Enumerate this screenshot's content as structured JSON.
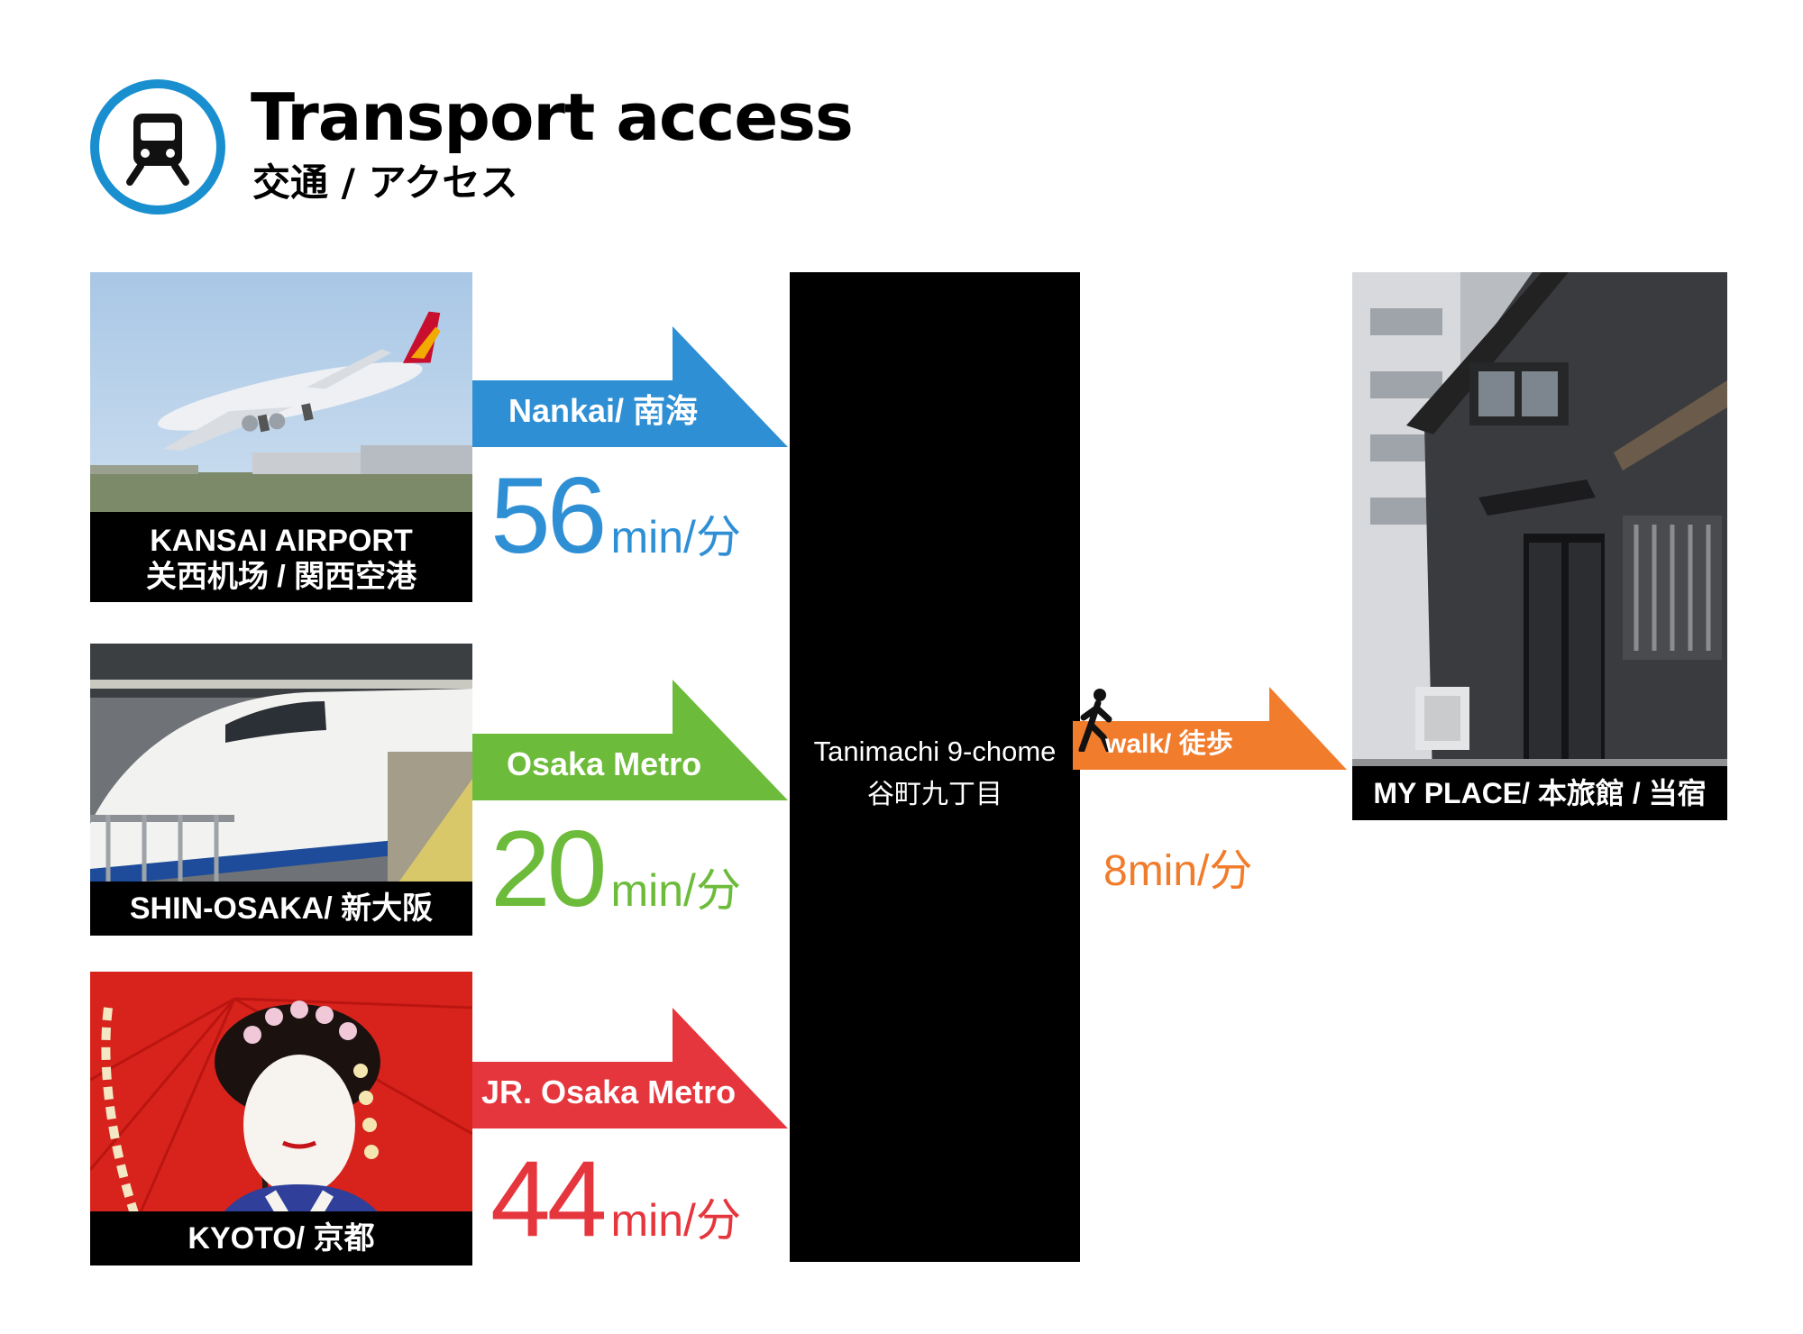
{
  "header": {
    "title": "Transport access",
    "subtitle": "交通 / アクセス",
    "icon": "train-icon",
    "accent": "#1a8fd0"
  },
  "origins": [
    {
      "name_en": "KANSAI AIRPORT",
      "name_local": "关西机场 / 関西空港",
      "image": "airplane-photo"
    },
    {
      "name": "SHIN-OSAKA/ 新大阪",
      "image": "bullet-train-photo"
    },
    {
      "name": "KYOTO/ 京都",
      "image": "maiko-photo"
    }
  ],
  "routes": [
    {
      "line": "Nankai/ 南海",
      "minutes": "56",
      "unit": "min/分",
      "color": "#2f8fd4"
    },
    {
      "line": "Osaka Metro",
      "minutes": "20",
      "unit": "min/分",
      "color": "#6dbb3a"
    },
    {
      "line": "JR. Osaka Metro",
      "minutes": "44",
      "unit": "min/分",
      "color": "#e6363d"
    }
  ],
  "station": {
    "name_en": "Tanimachi 9-chome",
    "name_ja": "谷町九丁目"
  },
  "walk": {
    "label": "walk/ 徒歩",
    "duration": "8min/分",
    "color": "#f07c2c",
    "icon": "walking-person-icon"
  },
  "destination": {
    "name": "MY PLACE/ 本旅館 / 当宿",
    "image": "guesthouse-photo"
  }
}
